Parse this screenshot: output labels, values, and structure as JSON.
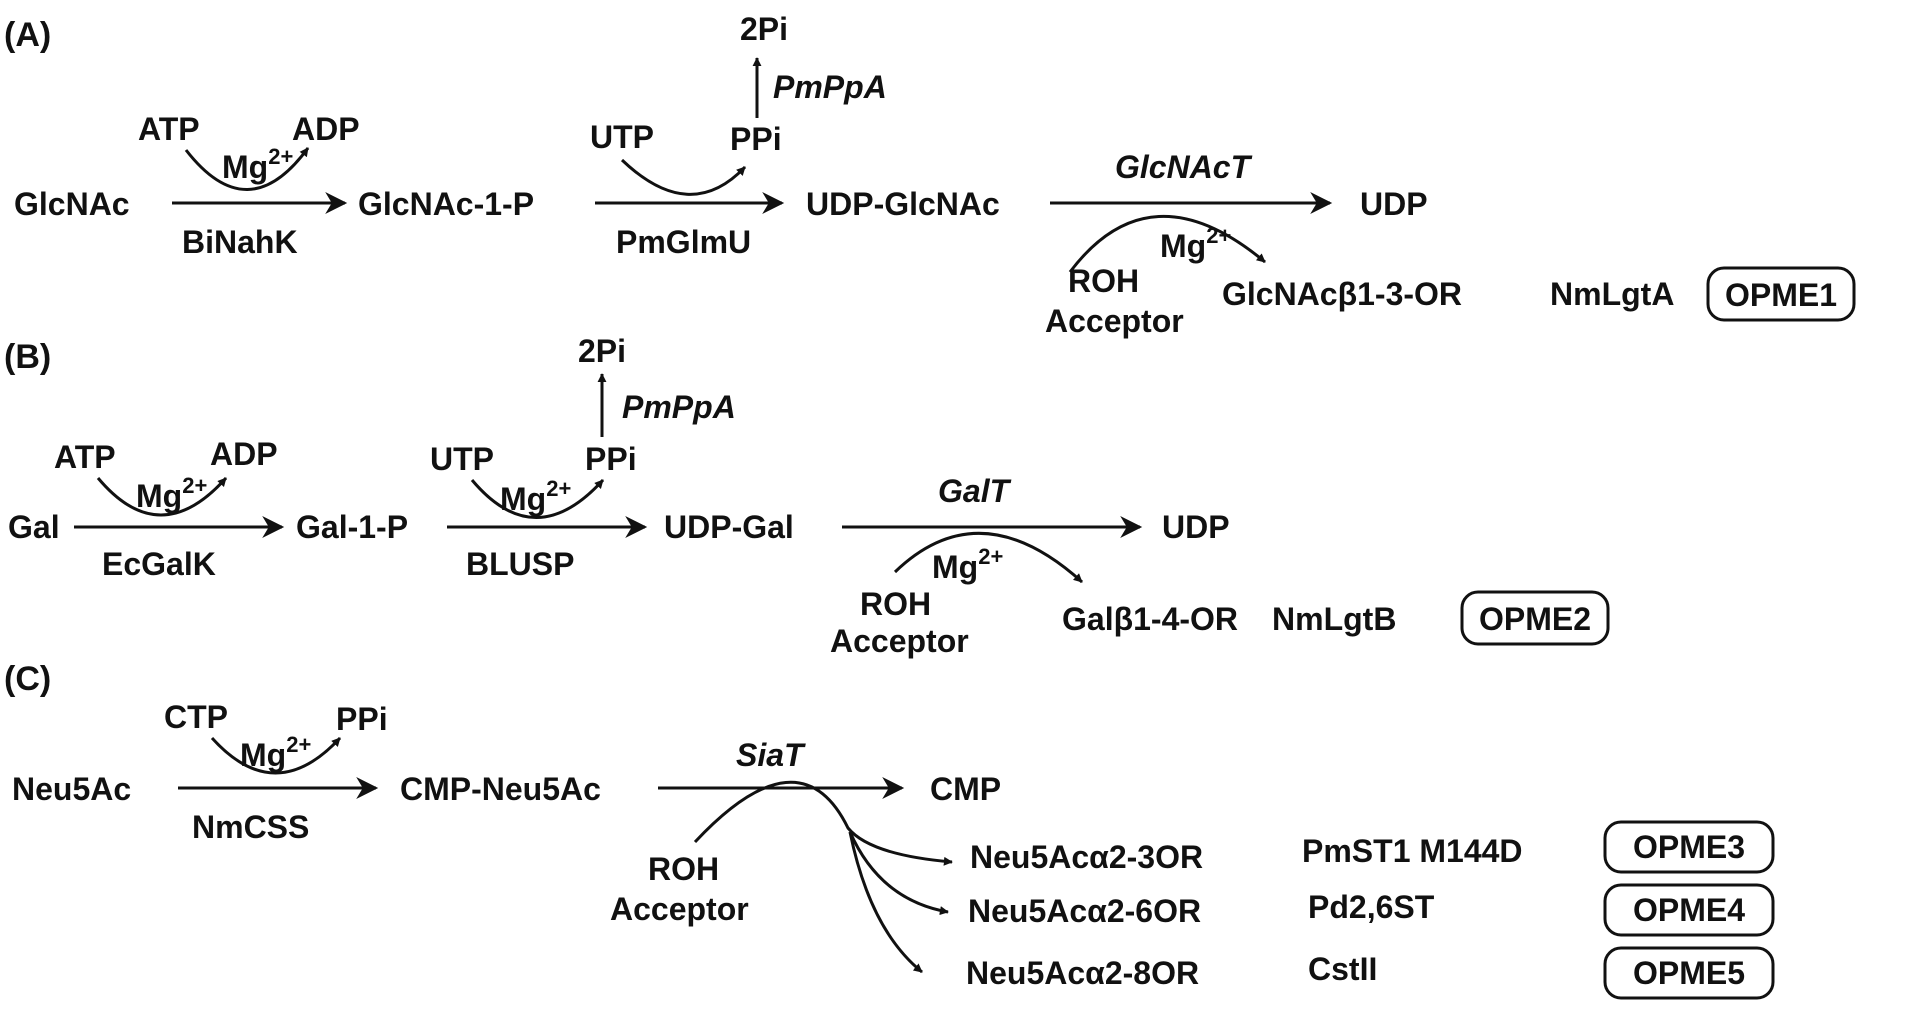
{
  "panel_a": {
    "label": "(A)",
    "glcnac": "GlcNAc",
    "atp": "ATP",
    "adp": "ADP",
    "mg": "Mg",
    "mg_sup": "2+",
    "binahk": "BiNahK",
    "glcnac_1_p": "GlcNAc-1-P",
    "utp": "UTP",
    "ppi": "PPi",
    "two_pi": "2Pi",
    "pmppa": "PmPpA",
    "pmglmu": "PmGlmU",
    "udp_glcnac": "UDP-GlcNAc",
    "glcnact": "GlcNAcT",
    "udp": "UDP",
    "roh": "ROH",
    "acceptor": "Acceptor",
    "product": "GlcNAcβ1-3-OR",
    "enzyme": "NmLgtA",
    "system": "OPME1"
  },
  "panel_b": {
    "label": "(B)",
    "gal": "Gal",
    "atp": "ATP",
    "adp": "ADP",
    "mg": "Mg",
    "mg_sup": "2+",
    "ecgalk": "EcGalK",
    "gal_1_p": "Gal-1-P",
    "utp": "UTP",
    "ppi": "PPi",
    "two_pi": "2Pi",
    "pmppa": "PmPpA",
    "blusp": "BLUSP",
    "udp_gal": "UDP-Gal",
    "galt": "GalT",
    "udp": "UDP",
    "roh": "ROH",
    "acceptor": "Acceptor",
    "product": "Galβ1-4-OR",
    "enzyme": "NmLgtB",
    "system": "OPME2"
  },
  "panel_c": {
    "label": "(C)",
    "neu5ac": "Neu5Ac",
    "ctp": "CTP",
    "ppi": "PPi",
    "mg": "Mg",
    "mg_sup": "2+",
    "nmcss": "NmCSS",
    "cmp_neu5ac": "CMP-Neu5Ac",
    "siat": "SiaT",
    "cmp": "CMP",
    "roh": "ROH",
    "acceptor": "Acceptor",
    "products": [
      {
        "product": "Neu5Acα2-3OR",
        "enzyme": "PmST1 M144D",
        "system": "OPME3"
      },
      {
        "product": "Neu5Acα2-6OR",
        "enzyme": "Pd2,6ST",
        "system": "OPME4"
      },
      {
        "product": "Neu5Acα2-8OR",
        "enzyme": "CstII",
        "system": "OPME5"
      }
    ]
  }
}
